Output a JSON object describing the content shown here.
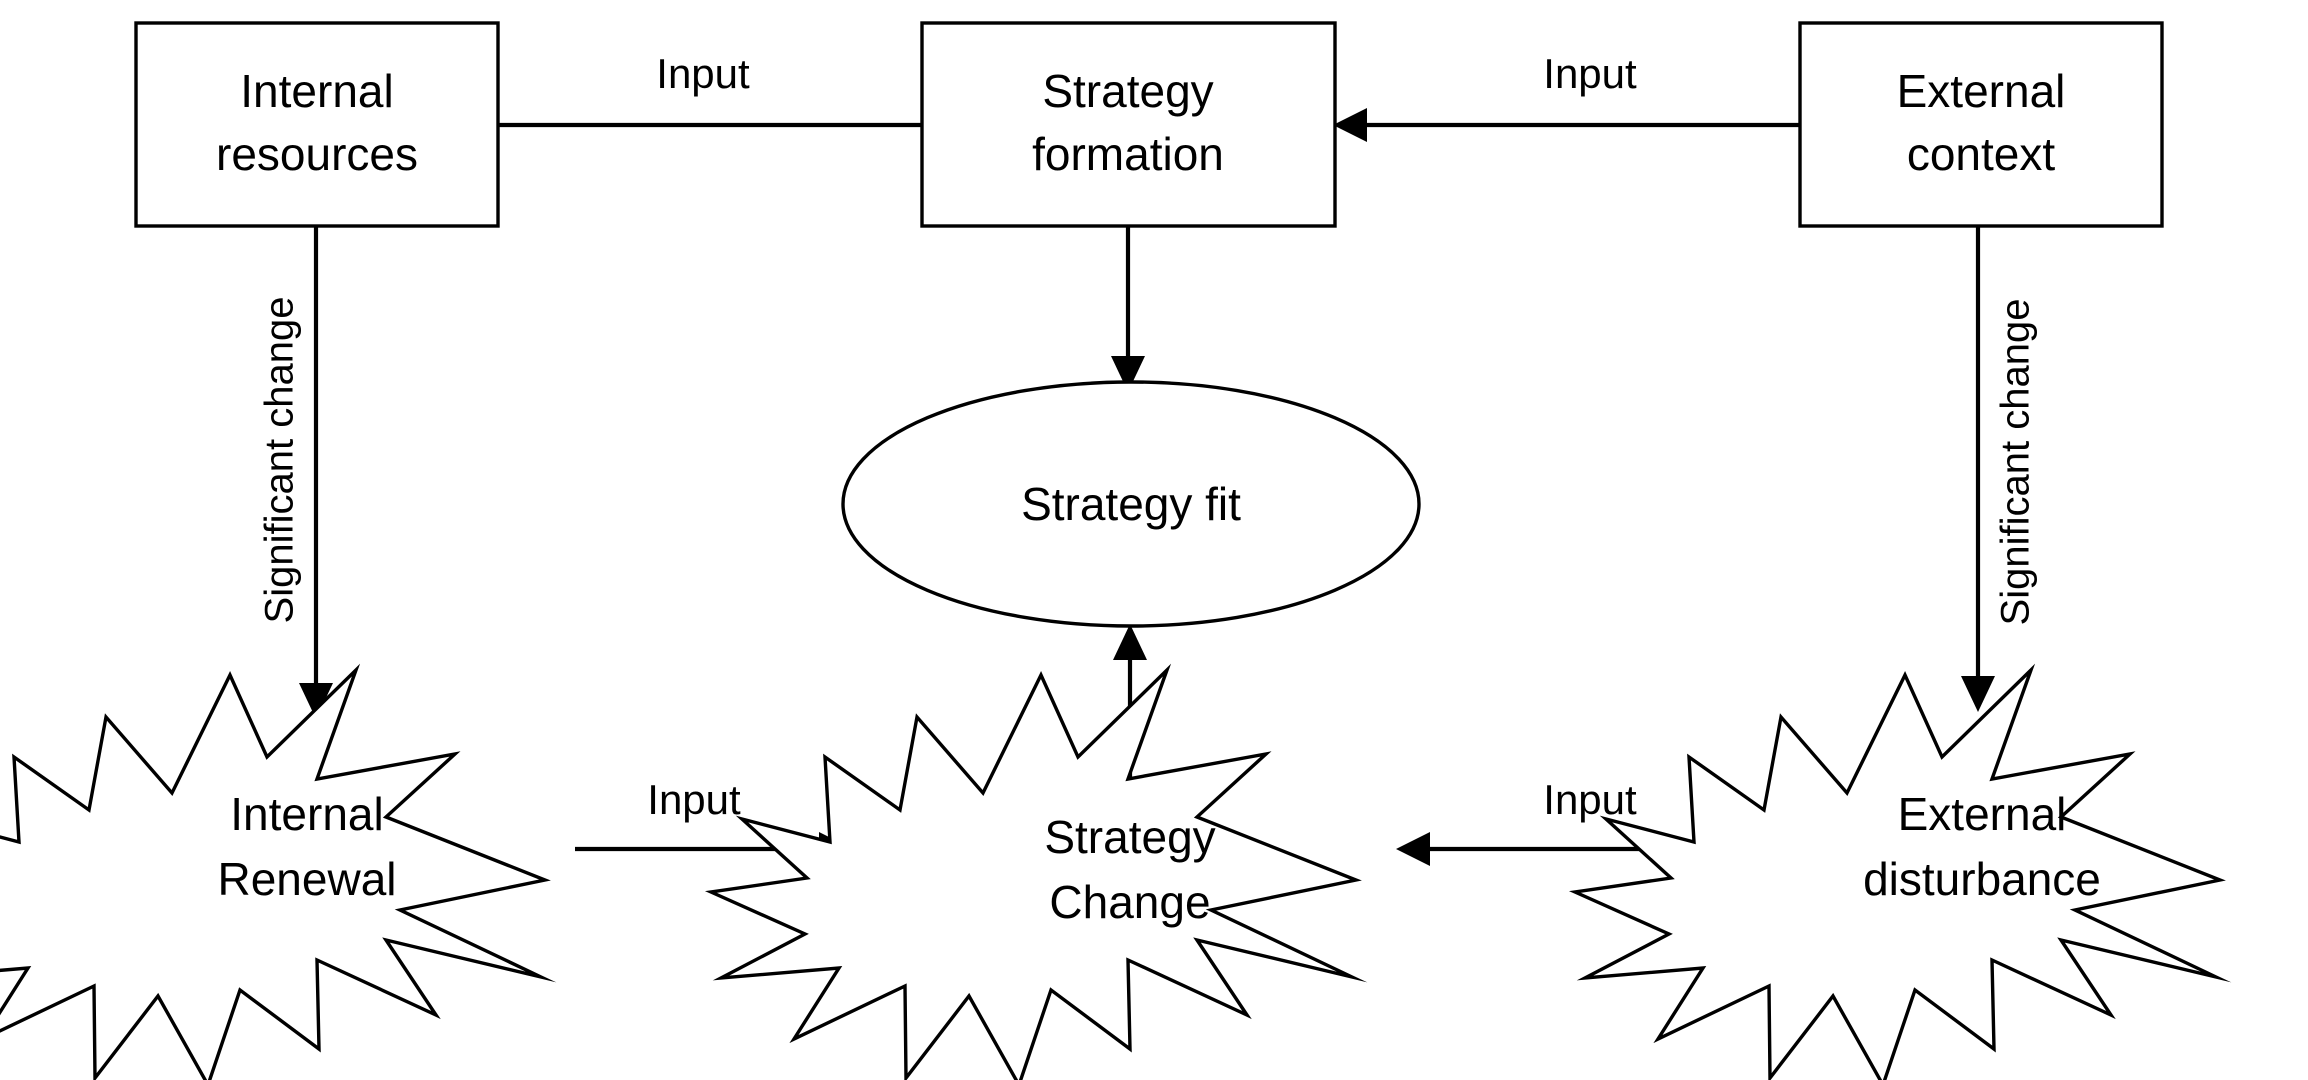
{
  "diagram": {
    "type": "flowchart",
    "background_color": "#ffffff",
    "line_color": "#000000",
    "text_color": "#000000",
    "nodes": [
      {
        "id": "internal-resources",
        "shape": "rectangle",
        "label_line1": "Internal",
        "label_line2": "resources"
      },
      {
        "id": "strategy-formation",
        "shape": "rectangle",
        "label_line1": "Strategy",
        "label_line2": "formation"
      },
      {
        "id": "external-context",
        "shape": "rectangle",
        "label_line1": "External",
        "label_line2": "context"
      },
      {
        "id": "strategy-fit",
        "shape": "ellipse",
        "label_line1": "Strategy fit",
        "label_line2": ""
      },
      {
        "id": "internal-renewal",
        "shape": "explosion",
        "label_line1": "Internal",
        "label_line2": "Renewal"
      },
      {
        "id": "strategy-change",
        "shape": "explosion",
        "label_line1": "Strategy",
        "label_line2": "Change"
      },
      {
        "id": "external-disturbance",
        "shape": "explosion",
        "label_line1": "External",
        "label_line2": "disturbance"
      }
    ],
    "edges": [
      {
        "id": "internal-resources-to-strategy-formation",
        "label": "Input",
        "direction": "right"
      },
      {
        "id": "external-context-to-strategy-formation",
        "label": "Input",
        "direction": "left"
      },
      {
        "id": "strategy-formation-to-strategy-fit",
        "label": "",
        "direction": "down"
      },
      {
        "id": "internal-resources-to-internal-renewal",
        "label": "Significant change",
        "direction": "down"
      },
      {
        "id": "external-context-to-external-disturbance",
        "label": "Significant change",
        "direction": "down"
      },
      {
        "id": "internal-renewal-to-strategy-change",
        "label": "Input",
        "direction": "right"
      },
      {
        "id": "external-disturbance-to-strategy-change",
        "label": "Input",
        "direction": "left"
      },
      {
        "id": "strategy-change-to-strategy-fit",
        "label": "",
        "direction": "up"
      }
    ]
  }
}
